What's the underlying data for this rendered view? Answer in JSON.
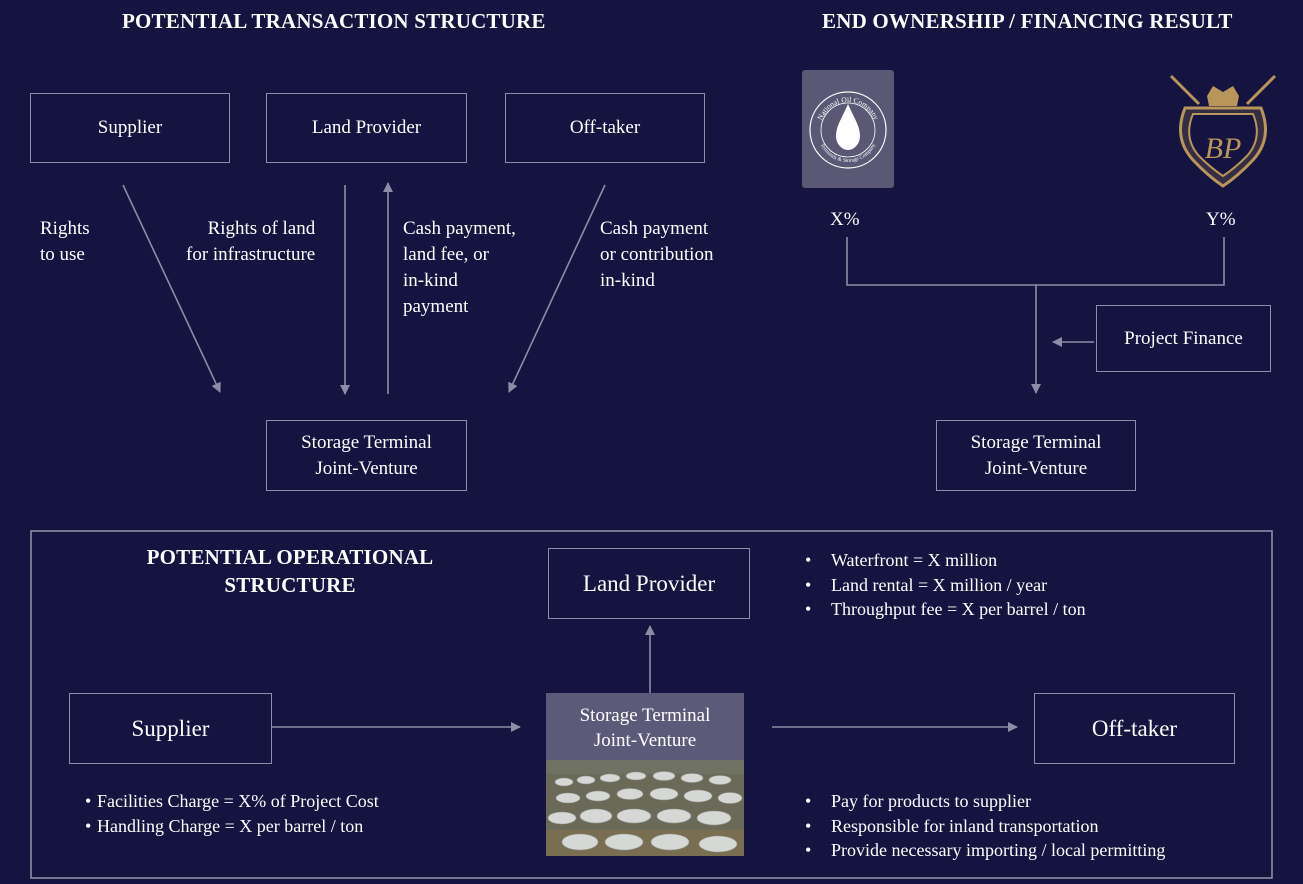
{
  "headings": {
    "transaction": "POTENTIAL TRANSACTION STRUCTURE",
    "ownership": "END OWNERSHIP / FINANCING RESULT",
    "operational_line1": "POTENTIAL OPERATIONAL",
    "operational_line2": "STRUCTURE"
  },
  "transaction": {
    "supplier": "Supplier",
    "land_provider": "Land Provider",
    "offtaker": "Off-taker",
    "jv_line1": "Storage Terminal",
    "jv_line2": "Joint-Venture",
    "rights_to_use": [
      "Rights",
      "to use"
    ],
    "rights_of_land": [
      "Rights of land",
      "for infrastructure"
    ],
    "cash_payment_land": [
      "Cash payment,",
      "land fee, or",
      "in-kind",
      "payment"
    ],
    "cash_payment_offtaker": [
      "Cash payment",
      "or contribution",
      "in-kind"
    ]
  },
  "ownership": {
    "noc_logo_text_top": "National Oil Company",
    "noc_logo_text_bottom": "Terminals & Storage Company",
    "bp_logo_text": "BP",
    "x_pct": "X%",
    "y_pct": "Y%",
    "project_finance": "Project Finance",
    "jv_line1": "Storage Terminal",
    "jv_line2": "Joint-Venture"
  },
  "operational": {
    "land_provider": "Land Provider",
    "supplier": "Supplier",
    "offtaker": "Off-taker",
    "jv_line1": "Storage Terminal",
    "jv_line2": "Joint-Venture",
    "land_bullets": [
      "Waterfront = X million",
      "Land rental = X million / year",
      "Throughput fee = X per barrel / ton"
    ],
    "supplier_bullets": [
      "Facilities Charge = X% of Project Cost",
      "Handling Charge = X per barrel / ton"
    ],
    "offtaker_bullets": [
      "Pay for products to supplier",
      "Responsible for inland transportation",
      "Provide necessary importing / local permitting"
    ]
  },
  "colors": {
    "background": "#15133f",
    "line": "#8e8ca6",
    "jv_fill": "#5c5a78",
    "bp_gold": "#b8955a"
  }
}
